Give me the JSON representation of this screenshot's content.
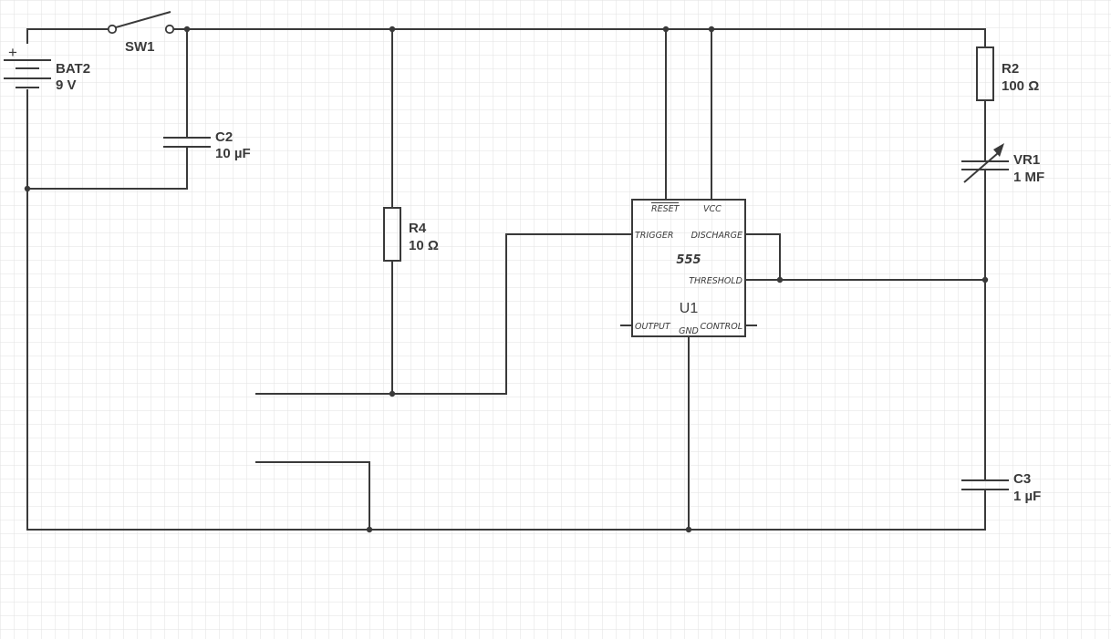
{
  "components": {
    "battery": {
      "ref": "BAT2",
      "value": "9 V",
      "polarity": "+"
    },
    "switch": {
      "ref": "SW1"
    },
    "c2": {
      "ref": "C2",
      "value": "10 µF"
    },
    "r4": {
      "ref": "R4",
      "value": "10 Ω"
    },
    "r2": {
      "ref": "R2",
      "value": "100 Ω"
    },
    "vr1": {
      "ref": "VR1",
      "value": "1 MF"
    },
    "c3": {
      "ref": "C3",
      "value": "1 µF"
    },
    "u1": {
      "ref": "U1",
      "part": "555",
      "pins": {
        "reset": "RESET",
        "vcc": "VCC",
        "trigger": "TRIGGER",
        "discharge": "DISCHARGE",
        "threshold": "THRESHOLD",
        "output": "OUTPUT",
        "gnd": "GND",
        "control": "CONTROL"
      }
    }
  },
  "colors": {
    "line": "#3a3a3a",
    "grid": "#e2e2e2",
    "background": "#ffffff"
  }
}
